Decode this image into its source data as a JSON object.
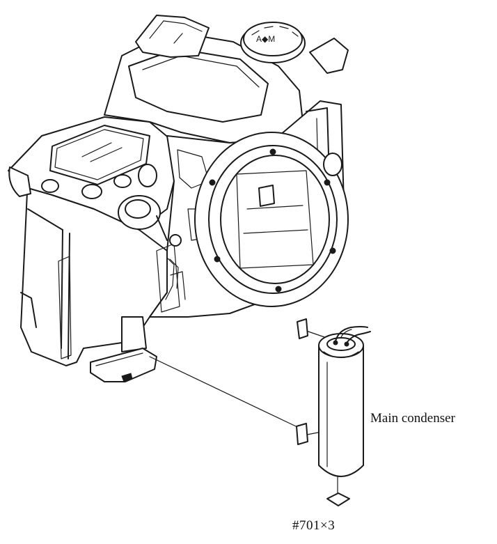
{
  "diagram": {
    "labels": {
      "main_condenser": "Main condenser",
      "part_callout": "#701×3"
    },
    "parts": [
      {
        "name": "camera-body",
        "kind": "illustration"
      },
      {
        "name": "main-condenser",
        "kind": "capacitor"
      },
      {
        "name": "tape-pieces",
        "count": 3
      }
    ]
  }
}
